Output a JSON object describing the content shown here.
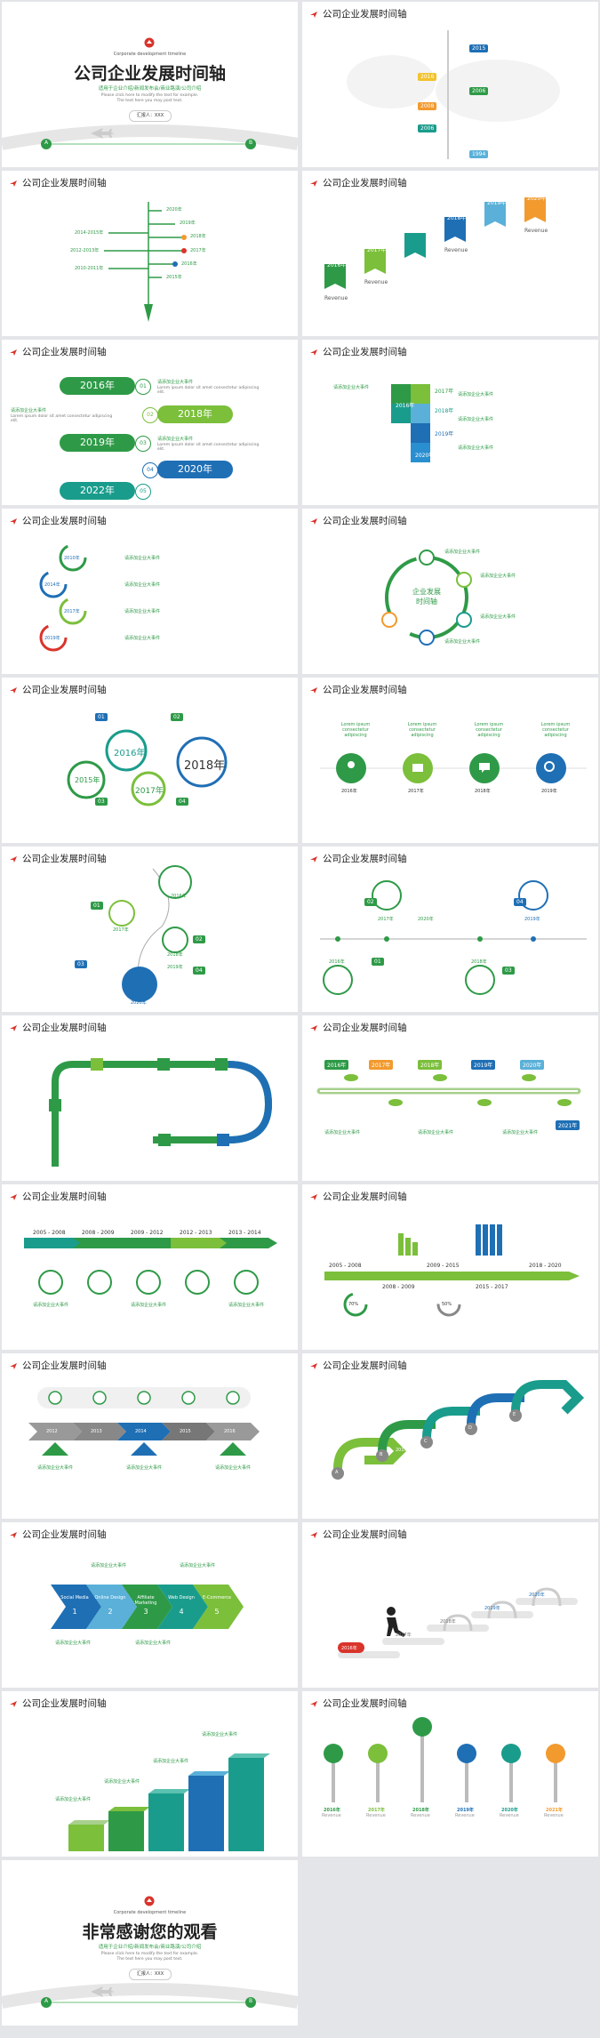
{
  "deck": {
    "header_title": "公司企业发展时间轴",
    "cover_subtitle_en": "Corporate development timeline",
    "cover_title": "公司企业发展时间轴",
    "cover_desc": "适用于企业介绍/新闻发布会/商业路演/公司介绍",
    "cover_note_1": "Please click here to modify the text for example.",
    "cover_note_2": "The text here you may post text.",
    "cover_reporter": "汇报人：XXX",
    "end_title": "非常感谢您的观看",
    "marker_a": "A",
    "marker_b": "B",
    "colors": {
      "green": "#2e9a47",
      "blue": "#1f6fb5",
      "teal": "#1a9c8c",
      "orange": "#f29a2e",
      "red": "#d9342b"
    }
  },
  "slide2": {
    "years": [
      "2015",
      "2016",
      "2006",
      "2008",
      "2006",
      "1994"
    ]
  },
  "slide3": {
    "years": [
      "2020年",
      "2019年",
      "2018年",
      "2017年",
      "2016年",
      "2015年"
    ],
    "left_years": [
      "2014-2015年",
      "2012-2013年",
      "2010-2011年"
    ]
  },
  "slide4": {
    "years": [
      "2016年",
      "2017年",
      "2018年",
      "2019年",
      "2020年"
    ],
    "caption": "Revenue"
  },
  "slide5": {
    "years": [
      "2016年",
      "2018年",
      "2019年",
      "2020年",
      "2022年"
    ],
    "nums": [
      "01",
      "02",
      "03",
      "04",
      "05"
    ],
    "event": "请添加企业大事件",
    "body": "Lorem ipsum dolor sit amet consectetur adipiscing elit."
  },
  "slide6": {
    "years": [
      "2016年",
      "2017年",
      "2018年",
      "2019年",
      "2020年"
    ],
    "event": "请添加企业大事件"
  },
  "slide7": {
    "years": [
      "2010年",
      "2014年",
      "2017年",
      "2019年"
    ],
    "event": "请添加企业大事件"
  },
  "slide8": {
    "center": "企业发展",
    "center2": "时间轴",
    "event": "请添加企业大事件"
  },
  "slide9": {
    "years": [
      "2015年",
      "2016年",
      "2017年",
      "2018年"
    ],
    "nums": [
      "01",
      "02",
      "03",
      "04"
    ]
  },
  "slide10": {
    "years": [
      "2016年",
      "2017年",
      "2018年",
      "2019年"
    ],
    "label": "Lorem ipsum consectetur adipiscing"
  },
  "slide11": {
    "years": [
      "2016年",
      "2017年",
      "2018年",
      "2019年",
      "2020年"
    ],
    "nums": [
      "01",
      "02",
      "03",
      "04"
    ]
  },
  "slide12": {
    "years": [
      "2016年",
      "2017年",
      "2018年",
      "2019年",
      "2020年"
    ],
    "nums": [
      "01",
      "02",
      "03",
      "04"
    ]
  },
  "slide14": {
    "years": [
      "2016年",
      "2017年",
      "2018年",
      "2019年",
      "2020年",
      "2021年"
    ],
    "event": "请添加企业大事件"
  },
  "slide15": {
    "ranges": [
      "2005 - 2008",
      "2008 - 2009",
      "2009 - 2012",
      "2012 - 2013",
      "2013 - 2014"
    ],
    "event": "请添加企业大事件"
  },
  "slide16": {
    "ranges": [
      "2005 - 2008",
      "2008 - 2009",
      "2009 - 2015",
      "2015 - 2017",
      "2018 - 2020"
    ],
    "pct1": "70%",
    "pct2": "50%"
  },
  "slide17": {
    "years": [
      "2012",
      "2013",
      "2014",
      "2015",
      "2016"
    ],
    "event": "请添加企业大事件"
  },
  "slide18": {
    "years": [
      "2016年",
      "2017年",
      "2018年",
      "2019年",
      "2020年"
    ],
    "letters": [
      "A",
      "B",
      "C",
      "D",
      "E"
    ]
  },
  "slide19": {
    "steps": [
      {
        "name": "Social Media",
        "n": "1"
      },
      {
        "name": "Online Design",
        "n": "2"
      },
      {
        "name": "Affiliate Marketing",
        "n": "3"
      },
      {
        "name": "Web Design",
        "n": "4"
      },
      {
        "name": "E-Commerce",
        "n": "5"
      }
    ],
    "event": "请添加企业大事件"
  },
  "slide20": {
    "years": [
      "2016年",
      "2017年",
      "2018年",
      "2019年",
      "2020年"
    ]
  },
  "slide21": {
    "event": "请添加企业大事件"
  },
  "slide22": {
    "years": [
      "2016年",
      "2017年",
      "2018年",
      "2019年",
      "2020年",
      "2021年"
    ],
    "caption": "Revenue"
  }
}
